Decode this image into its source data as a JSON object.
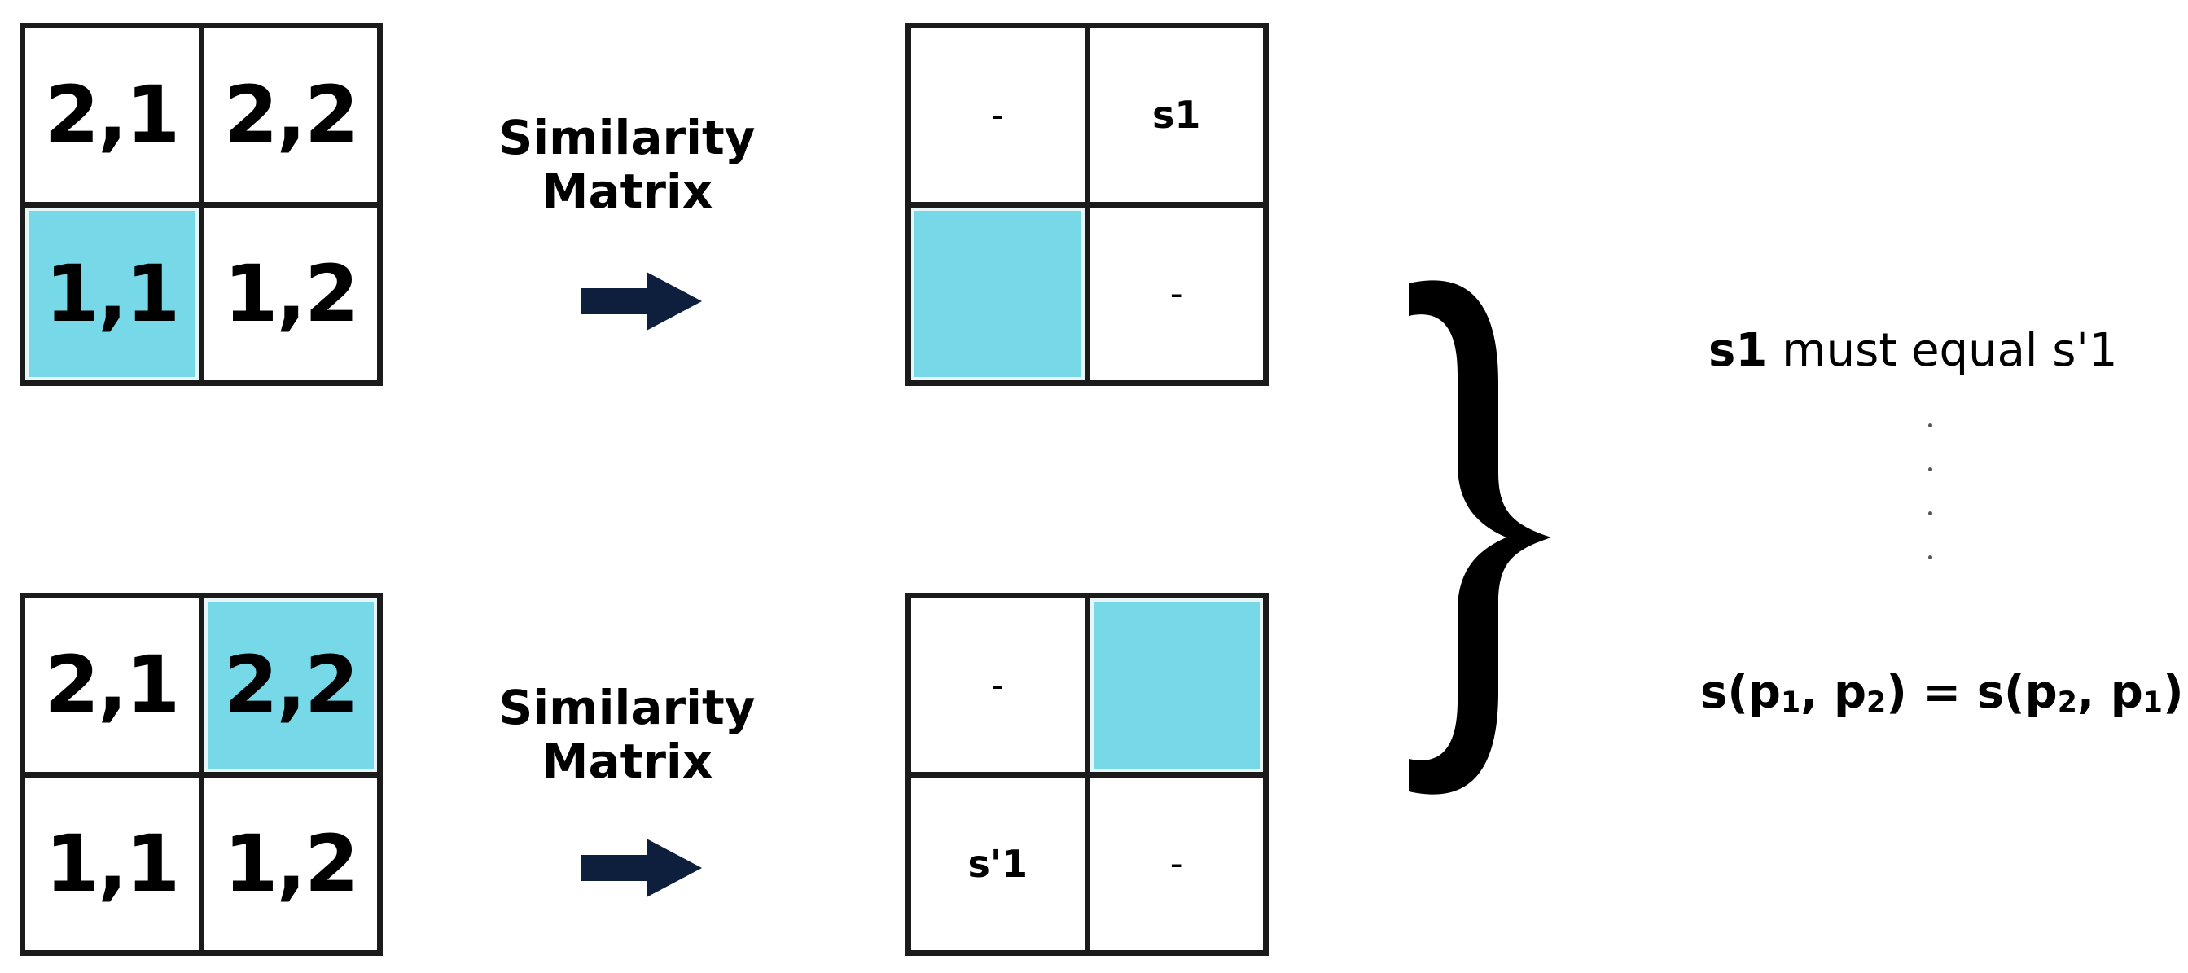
{
  "top": {
    "input": {
      "r1c1": "2,1",
      "r1c2": "2,2",
      "r2c1": "1,1",
      "r2c2": "1,2",
      "highlight": "bottom-left"
    },
    "label_line1": "Similarity",
    "label_line2": "Matrix",
    "matrix": {
      "r1c1": "-",
      "r1c2": "s1",
      "r2c1": "",
      "r2c2": "-",
      "highlight": "bottom-left"
    }
  },
  "bottom": {
    "input": {
      "r1c1": "2,1",
      "r1c2": "2,2",
      "r2c1": "1,1",
      "r2c2": "1,2",
      "highlight": "top-right"
    },
    "label_line1": "Similarity",
    "label_line2": "Matrix",
    "matrix": {
      "r1c1": "-",
      "r1c2": "",
      "r2c1": "s'1",
      "r2c2": "-",
      "highlight": "top-right"
    }
  },
  "note": {
    "bold_part": "s1",
    "rest": " must equal s'1",
    "formula_s1": "s(p",
    "formula_sub1": "1",
    "formula_mid": ", p",
    "formula_sub2": "2",
    "formula_eq": ") = s(p",
    "formula_sub3": "2",
    "formula_mid2": ", p",
    "formula_sub4": "1",
    "formula_end": ")"
  },
  "colors": {
    "highlight": "#77d8e8",
    "arrow": "#0e1f3d",
    "grid_line": "#1b1b1b"
  }
}
